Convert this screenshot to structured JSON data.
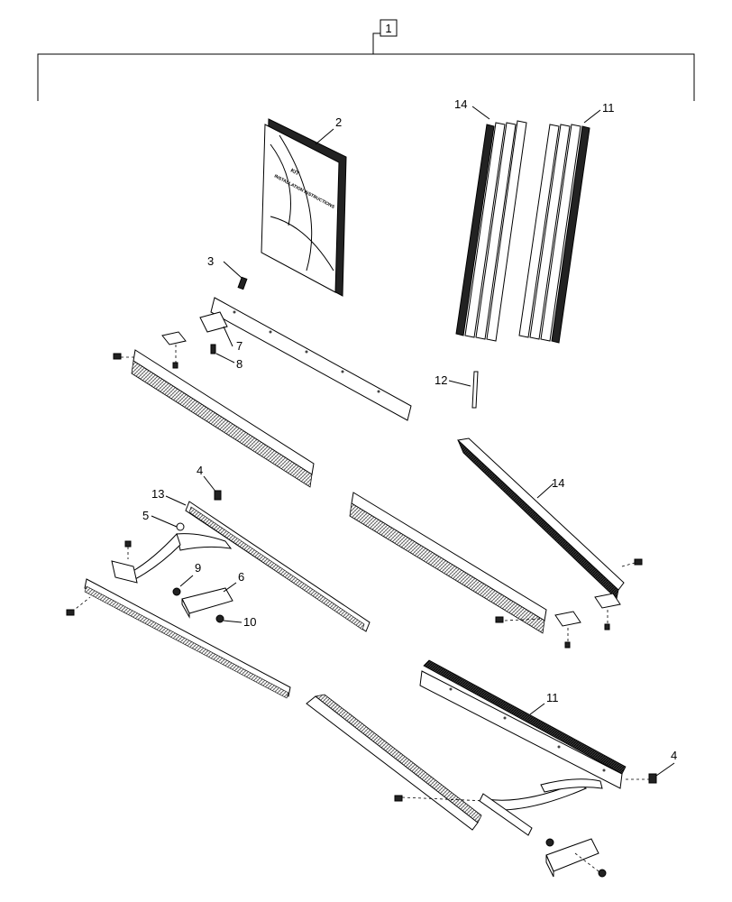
{
  "callouts": {
    "c1": "1",
    "c2": "2",
    "c3": "3",
    "c4a": "4",
    "c4b": "4",
    "c5": "5",
    "c6": "6",
    "c7": "7",
    "c8": "8",
    "c9": "9",
    "c10": "10",
    "c11a": "11",
    "c11b": "11",
    "c12": "12",
    "c13": "13",
    "c14a": "14",
    "c14b": "14"
  },
  "manual": {
    "line1": "KIT",
    "line2": "INSTALLATION INSTRUCTIONS"
  }
}
